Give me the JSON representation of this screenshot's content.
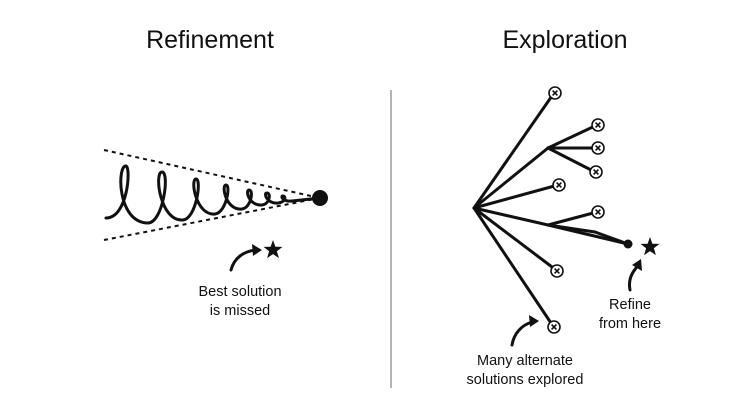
{
  "left_panel": {
    "title": "Refinement",
    "caption_lines": [
      "Best solution",
      "is missed"
    ]
  },
  "right_panel": {
    "title": "Exploration",
    "refine_caption_lines": [
      "Refine",
      "from here"
    ],
    "explored_caption_lines": [
      "Many alternate",
      "solutions explored"
    ]
  },
  "icons": {
    "star": "star-icon",
    "dead_end_marker": "x-circle-icon",
    "curved_arrow": "curved-arrow-icon"
  },
  "colors": {
    "ink": "#111111",
    "divider": "#9a9a9a",
    "background": "#ffffff"
  }
}
